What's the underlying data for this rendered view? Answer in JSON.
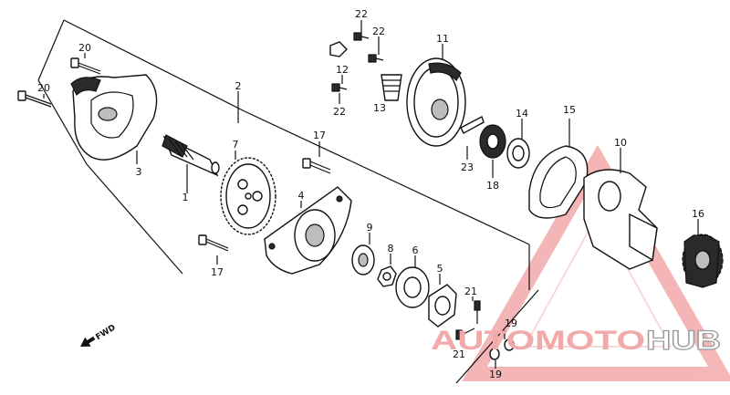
{
  "diagram": {
    "fwd_label": "FWD",
    "parts": [
      {
        "id": "p1",
        "label": "1"
      },
      {
        "id": "p2",
        "label": "2"
      },
      {
        "id": "p3",
        "label": "3"
      },
      {
        "id": "p4",
        "label": "4"
      },
      {
        "id": "p5",
        "label": "5"
      },
      {
        "id": "p6",
        "label": "6"
      },
      {
        "id": "p7",
        "label": "7"
      },
      {
        "id": "p8",
        "label": "8"
      },
      {
        "id": "p9",
        "label": "9"
      },
      {
        "id": "p10",
        "label": "10"
      },
      {
        "id": "p11",
        "label": "11"
      },
      {
        "id": "p12",
        "label": "12"
      },
      {
        "id": "p13",
        "label": "13"
      },
      {
        "id": "p14",
        "label": "14"
      },
      {
        "id": "p15",
        "label": "15"
      },
      {
        "id": "p16",
        "label": "16"
      },
      {
        "id": "p17a",
        "label": "17"
      },
      {
        "id": "p17b",
        "label": "17"
      },
      {
        "id": "p18",
        "label": "18"
      },
      {
        "id": "p19a",
        "label": "19"
      },
      {
        "id": "p19b",
        "label": "19"
      },
      {
        "id": "p20a",
        "label": "20"
      },
      {
        "id": "p20b",
        "label": "20"
      },
      {
        "id": "p21a",
        "label": "21"
      },
      {
        "id": "p21b",
        "label": "21"
      },
      {
        "id": "p22a",
        "label": "22"
      },
      {
        "id": "p22b",
        "label": "22"
      },
      {
        "id": "p22c",
        "label": "22"
      },
      {
        "id": "p23",
        "label": "23"
      }
    ]
  },
  "watermark": {
    "part1": "AUTOMOTO",
    "part2": "HUB",
    "color_primary": "#f2a9a9",
    "color_secondary": "#9a9a9a"
  }
}
